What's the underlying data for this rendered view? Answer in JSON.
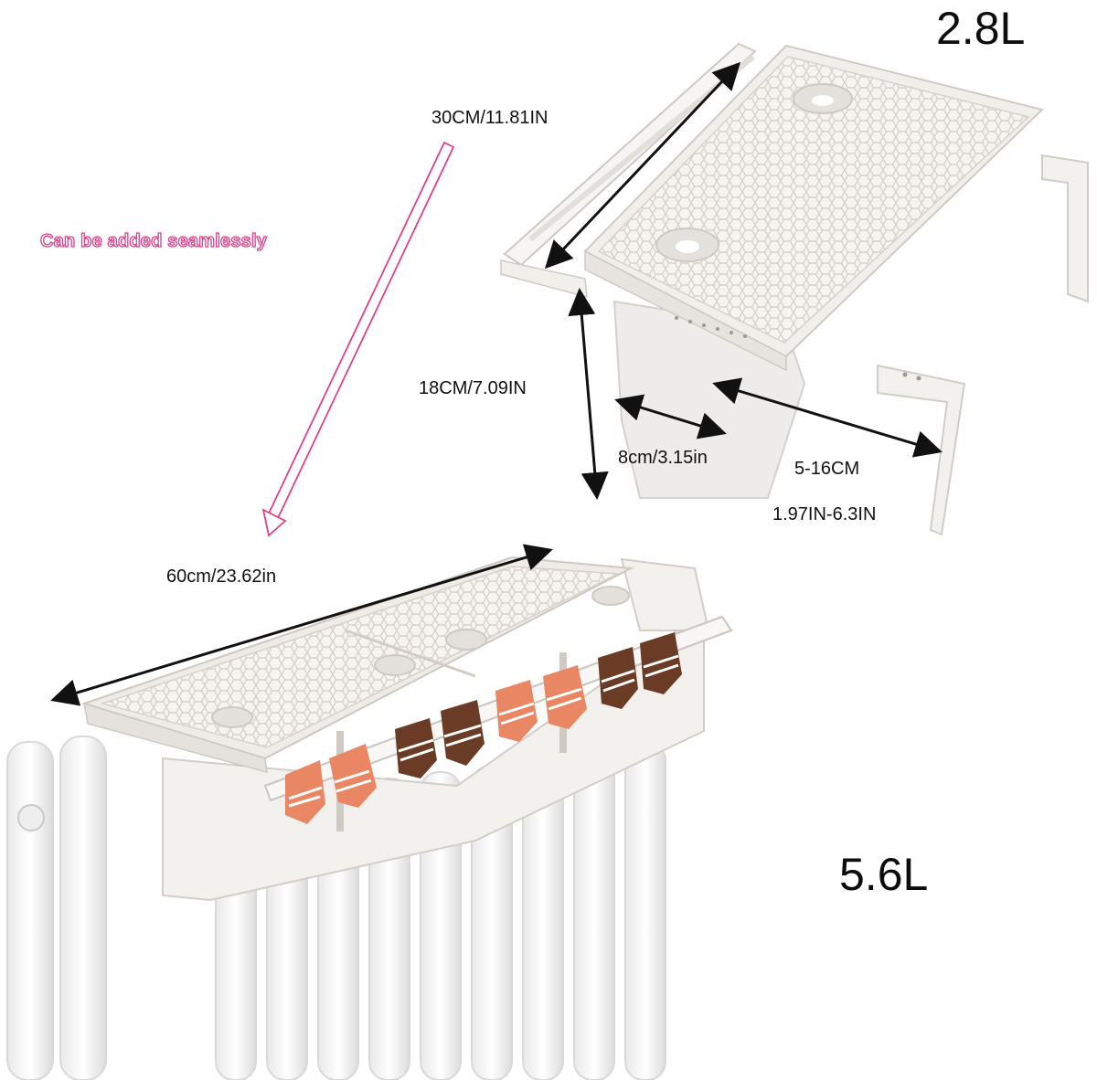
{
  "labels": {
    "capacity_small": "2.8L",
    "capacity_large": "5.6L",
    "width_small": "30CM/11.81IN",
    "height": "18CM/7.09IN",
    "depth": "8cm/3.15in",
    "adjust_range_cm": "5-16CM",
    "adjust_range_in": "1.97IN-6.3IN",
    "width_large": "60cm/23.62in",
    "seamless_note": "Can be added seamlessly"
  },
  "colors": {
    "note_outline": "#e0408e",
    "arrow": "#e0408e",
    "product_white": "#f4f2ef",
    "sock_orange": "#e98663",
    "sock_brown": "#6b3c25"
  }
}
